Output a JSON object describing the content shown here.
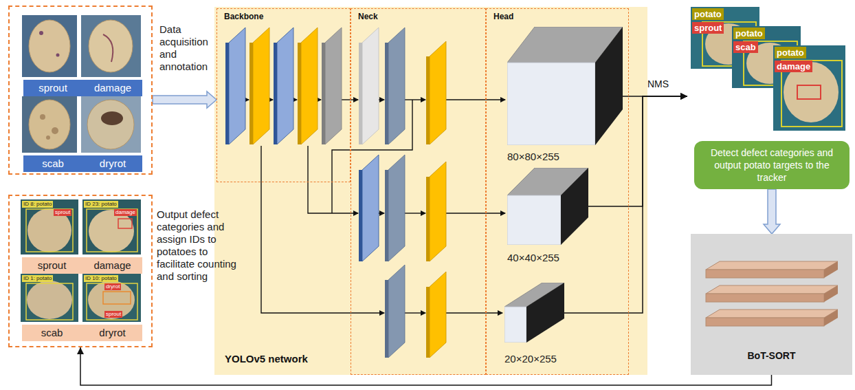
{
  "diagram": {
    "nodes": [
      {
        "text": [
          "Data acquisition and annotation"
        ]
      },
      {
        "text": [
          "sprout",
          "damage"
        ],
        "in": 0
      },
      {
        "text": [
          "scab",
          "dryrot"
        ],
        "in": 0
      },
      {
        "text": [
          "YOLOv5 network"
        ]
      },
      {
        "text": [
          "Backbone"
        ],
        "in": 3
      },
      {
        "text": [
          "Neck"
        ],
        "in": 3
      },
      {
        "text": [
          "Head"
        ],
        "in": 3
      },
      {
        "text": [
          "80×80×255"
        ],
        "in": 6
      },
      {
        "text": [
          "40×40×255"
        ],
        "in": 6
      },
      {
        "text": [
          "20×20×255"
        ],
        "in": 6
      },
      {
        "text": [
          "potato",
          "sprout",
          "potato",
          "scab",
          "potato",
          "damage"
        ]
      },
      {
        "text": [
          "Detect defect categories and output potato targets to the tracker"
        ]
      },
      {
        "text": [
          "BoT-SORT"
        ]
      },
      {
        "text": [
          "Output defect categories and assign IDs to potatoes to facilitate counting and sorting"
        ]
      },
      {
        "text": [
          "sprout",
          "damage"
        ],
        "in": 13
      },
      {
        "text": [
          "scab",
          "dryrot"
        ],
        "in": 13
      }
    ],
    "edges": [
      {
        "from": 0,
        "to": 4,
        "arrow": "to"
      },
      {
        "from": 7,
        "to": 10,
        "arrow": "to",
        "label": "NMS"
      },
      {
        "from": 8,
        "to": 10,
        "arrow": "to"
      },
      {
        "from": 9,
        "to": 10,
        "arrow": "to"
      },
      {
        "from": 11,
        "to": 12,
        "arrow": "to"
      },
      {
        "from": 12,
        "to": 13,
        "arrow": "to"
      }
    ],
    "labels": [
      "ID 8: potato",
      "sprout",
      "ID 23: potato",
      "damage",
      "ID 1: potato",
      "ID 10: potato",
      "dryrot",
      "sprout"
    ]
  }
}
